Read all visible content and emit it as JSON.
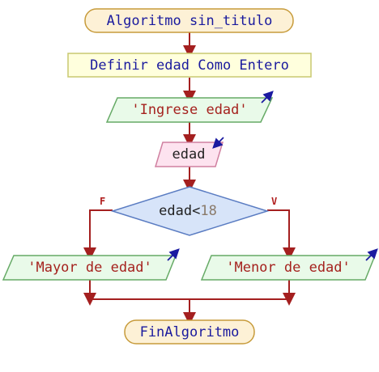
{
  "diagram": {
    "start": {
      "label": "Algoritmo sin_titulo"
    },
    "define": {
      "label": "Definir edad Como Entero"
    },
    "write_prompt": {
      "label": "'Ingrese edad'"
    },
    "read_var": {
      "label": "edad"
    },
    "decision": {
      "var": "edad",
      "op": "<",
      "value": "18"
    },
    "branch_false": {
      "tag": "F"
    },
    "branch_true": {
      "tag": "V"
    },
    "out_false": {
      "label": "'Mayor de edad'"
    },
    "out_true": {
      "label": "'Menor de edad'"
    },
    "end": {
      "label": "FinAlgoritmo"
    }
  },
  "colors": {
    "terminal_fill": "#fdf1d6",
    "terminal_stroke": "#c79b3b",
    "process_fill": "#ffffdd",
    "process_stroke": "#c8c870",
    "output_fill": "#e9fae9",
    "output_stroke": "#66aa66",
    "input_fill": "#fde3ef",
    "input_stroke": "#d080a0",
    "decision_fill": "#d7e4f9",
    "decision_stroke": "#5a7cc2",
    "arrow": "#a41f1f",
    "io_arrow": "#1a1aa0",
    "keyword_text": "#1a1a9e",
    "string_text": "#a5221e"
  }
}
